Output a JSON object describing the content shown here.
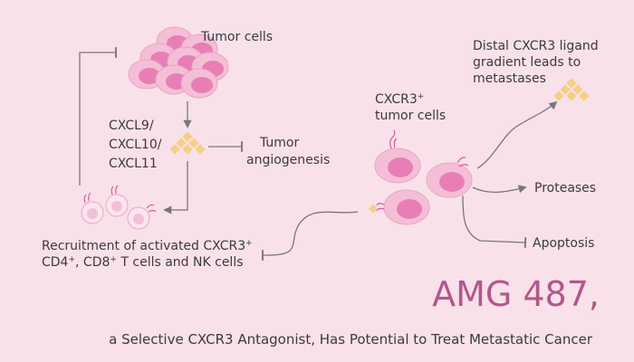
{
  "labels": {
    "tumor_cells": "Tumor cells",
    "chemokine_1": "CXCL9/",
    "chemokine_2": "CXCL10/",
    "chemokine_3": "CXCL11",
    "angio_1": "Tumor",
    "angio_2": "angiogenesis",
    "recruit_1_a": "Recruitment of activated CXCR3",
    "recruit_1_sup": "+",
    "recruit_2_a": "CD4",
    "recruit_2_sup1": "+",
    "recruit_2_b": ", CD8",
    "recruit_2_sup2": "+",
    "recruit_2_c": " T cells and NK cells",
    "cxcr3_tumor_a": "CXCR3",
    "cxcr3_tumor_sup": "+",
    "cxcr3_tumor_b": "tumor cells",
    "distal_1": "Distal CXCR3 ligand",
    "distal_2": "gradient leads to",
    "distal_3": "metastases",
    "proteases": "Proteases",
    "apoptosis": "Apoptosis"
  },
  "title": {
    "main": "AMG 487,",
    "sub": "a Selective CXCR3 Antagonist, Has Potential to Treat Metastatic Cancer"
  },
  "colors": {
    "background": "#f9e1ea",
    "cell_outer": "#f4bfd6",
    "cell_inner": "#e77fb6",
    "chemokine": "#f6cf86",
    "title": "#b2578d",
    "arrow": "#777777"
  }
}
